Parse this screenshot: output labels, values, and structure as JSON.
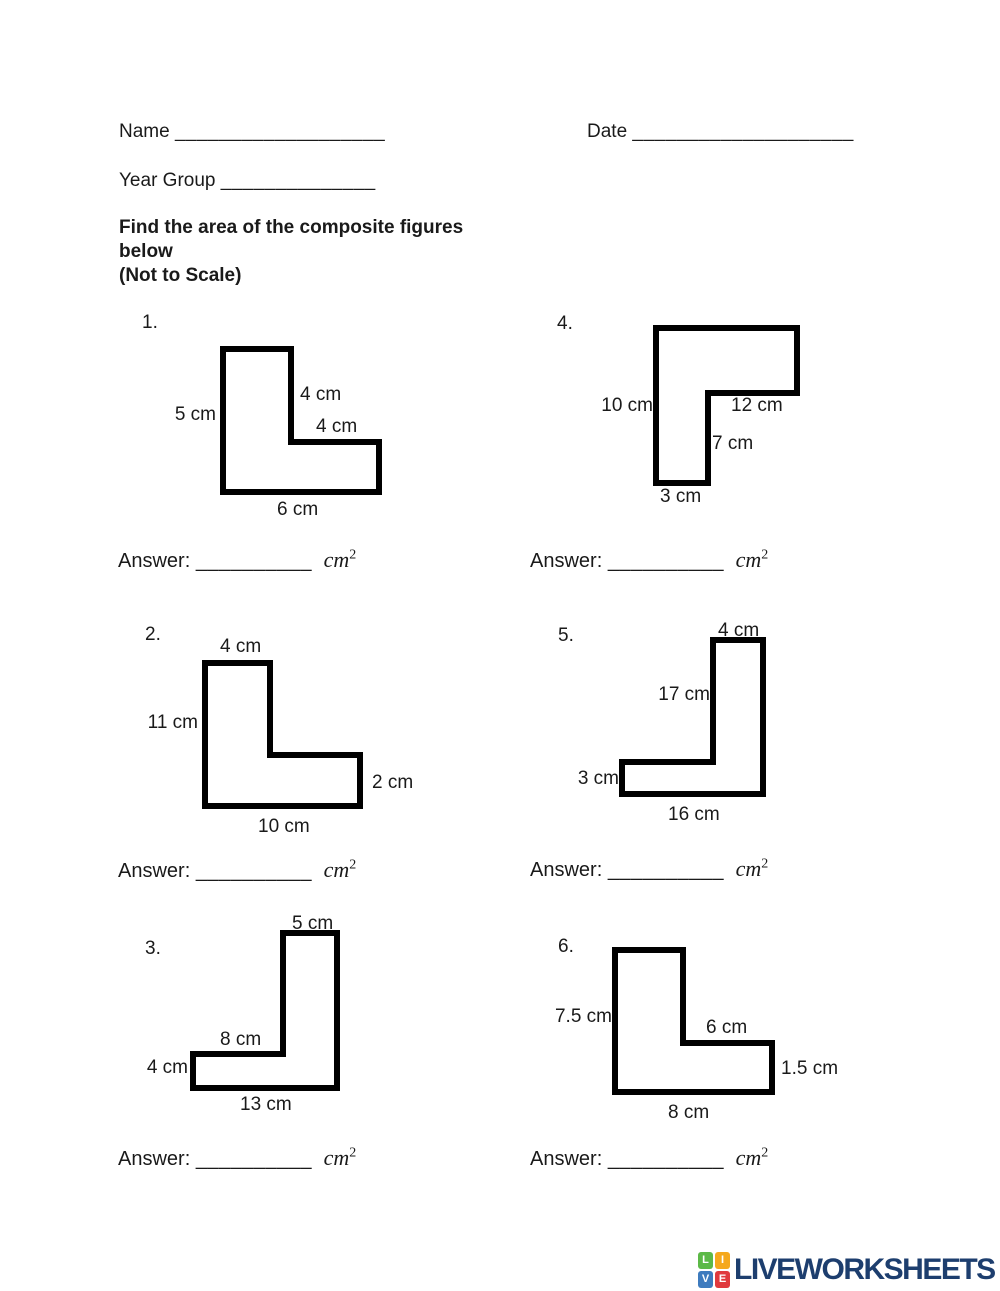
{
  "header": {
    "name_label": "Name",
    "name_blank": "___________________",
    "date_label": "Date",
    "date_blank": "____________________",
    "year_group_label": "Year Group",
    "year_group_blank": "______________",
    "instruction_line1": "Find the area of the composite figures",
    "instruction_line2": "below",
    "instruction_line3": "(Not to Scale)"
  },
  "answer": {
    "prefix": "Answer:",
    "blank": "__________",
    "unit": "cm",
    "sup": "2"
  },
  "problems": [
    {
      "number": "1.",
      "labels": [
        "5 cm",
        "4 cm",
        "4 cm",
        "6 cm"
      ]
    },
    {
      "number": "2.",
      "labels": [
        "4 cm",
        "11 cm",
        "2 cm",
        "10 cm"
      ]
    },
    {
      "number": "3.",
      "labels": [
        "5 cm",
        "8 cm",
        "4 cm",
        "13 cm"
      ]
    },
    {
      "number": "4.",
      "labels": [
        "10 cm",
        "12 cm",
        "7 cm",
        "3 cm"
      ]
    },
    {
      "number": "5.",
      "labels": [
        "4 cm",
        "17 cm",
        "3 cm",
        "16 cm"
      ]
    },
    {
      "number": "6.",
      "labels": [
        "7.5 cm",
        "6 cm",
        "1.5 cm",
        "8 cm"
      ]
    }
  ],
  "footer": {
    "wordmark": "LIVEWORKSHEETS",
    "wordmark_color": "#1D3E6E",
    "tile_colors": [
      "#5CB947",
      "#F5A81C",
      "#3E7BBE",
      "#E03A3E"
    ],
    "tiles": [
      {
        "letter": "L"
      },
      {
        "letter": "I"
      },
      {
        "letter": "V"
      },
      {
        "letter": "E"
      }
    ]
  }
}
